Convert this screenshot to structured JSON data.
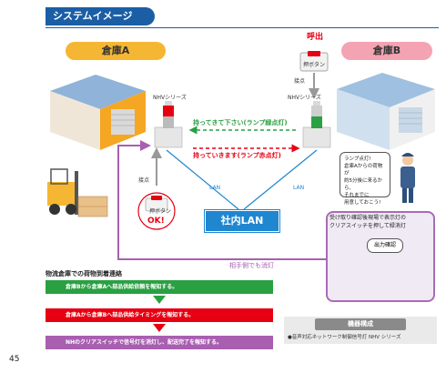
{
  "header": {
    "title": "システムイメージ"
  },
  "warehouses": {
    "a_label": "倉庫A",
    "b_label": "倉庫B"
  },
  "devices": {
    "left_series": "NHVシリーズ",
    "right_series": "NHVシリーズ"
  },
  "top_right": {
    "call_label": "呼出",
    "button_text": "押ボタン",
    "contact_label": "接点"
  },
  "left_button": {
    "contact_label": "接点",
    "button_text": "押ボタン",
    "ok_label": "OK!"
  },
  "arrows": {
    "green_msg": "持ってきて下さい(ランプ緑点灯)",
    "red_msg": "持っていきます(ランプ赤点灯)",
    "purple_msg": "相手側でも消灯"
  },
  "network": {
    "lan_box": "社内LAN",
    "lan_left": "LAN",
    "lan_right": "LAN"
  },
  "worker_bubble": {
    "lines": [
      "ランプ点灯!",
      "倉庫Aからの荷物が",
      "約5分後に来るから、",
      "それまでに",
      "用意しておこう!"
    ]
  },
  "right_panel": {
    "lines": [
      "受け取り確認後現場で表示灯の",
      "クリアスイッチを押して緑消灯"
    ],
    "bubble": "出力確認"
  },
  "flow": {
    "title": "物流倉庫での荷物到着連絡",
    "steps": [
      "倉庫Bから倉庫Aへ部品供給依頼を報知する。",
      "倉庫Aから倉庫Bへ部品供給タイミングを報知する。",
      "NHのクリアスイッチで信号灯を消灯し、配送完了を報知する。"
    ]
  },
  "equipment": {
    "title": "機器構成",
    "description": "●音声対応ネットワーク制御信号灯 NHV シリーズ"
  },
  "page_number": "45",
  "colors": {
    "accent_blue": "#1a5ea6",
    "green": "#2aa043",
    "red": "#e60012",
    "purple": "#a85fb0",
    "lan_blue": "#1f86d0"
  }
}
